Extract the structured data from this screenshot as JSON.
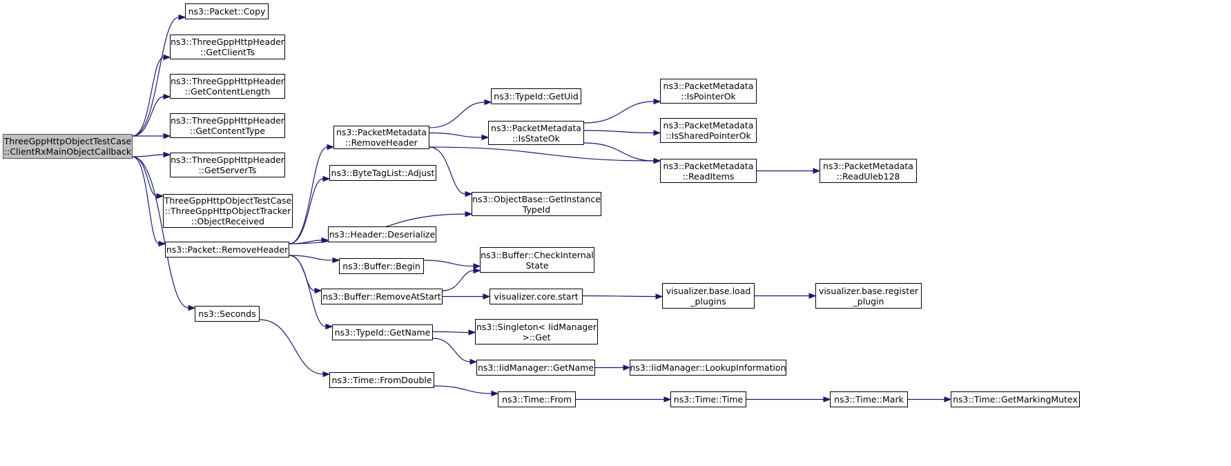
{
  "graph": {
    "nodes": [
      {
        "id": "root",
        "lines": [
          "ThreeGppHttpObjectTestCase",
          "::ClientRxMainObjectCallback"
        ],
        "root": true
      },
      {
        "id": "copy",
        "lines": [
          "ns3::Packet::Copy"
        ]
      },
      {
        "id": "getclientts",
        "lines": [
          "ns3::ThreeGppHttpHeader",
          "::GetClientTs"
        ]
      },
      {
        "id": "getcontentlength",
        "lines": [
          "ns3::ThreeGppHttpHeader",
          "::GetContentLength"
        ]
      },
      {
        "id": "getcontenttype",
        "lines": [
          "ns3::ThreeGppHttpHeader",
          "::GetContentType"
        ]
      },
      {
        "id": "getserverts",
        "lines": [
          "ns3::ThreeGppHttpHeader",
          "::GetServerTs"
        ]
      },
      {
        "id": "objectreceived",
        "lines": [
          "ThreeGppHttpObjectTestCase",
          "::ThreeGppHttpObjectTracker",
          "::ObjectReceived"
        ]
      },
      {
        "id": "removeheader",
        "lines": [
          "ns3::Packet::RemoveHeader"
        ]
      },
      {
        "id": "seconds",
        "lines": [
          "ns3::Seconds"
        ]
      },
      {
        "id": "pm_removeheader",
        "lines": [
          "ns3::PacketMetadata",
          "::RemoveHeader"
        ]
      },
      {
        "id": "adjust",
        "lines": [
          "ns3::ByteTagList::Adjust"
        ]
      },
      {
        "id": "deserialize",
        "lines": [
          "ns3::Header::Deserialize"
        ]
      },
      {
        "id": "begin",
        "lines": [
          "ns3::Buffer::Begin"
        ]
      },
      {
        "id": "removeatstart",
        "lines": [
          "ns3::Buffer::RemoveAtStart"
        ]
      },
      {
        "id": "typeid_getname",
        "lines": [
          "ns3::TypeId::GetName"
        ]
      },
      {
        "id": "fromdouble",
        "lines": [
          "ns3::Time::FromDouble"
        ]
      },
      {
        "id": "getuid",
        "lines": [
          "ns3::TypeId::GetUid"
        ]
      },
      {
        "id": "isstateok",
        "lines": [
          "ns3::PacketMetadata",
          "::IsStateOk"
        ]
      },
      {
        "id": "getinstancetypeid",
        "lines": [
          "ns3::ObjectBase::GetInstance",
          "TypeId"
        ]
      },
      {
        "id": "checkinternalstate",
        "lines": [
          "ns3::Buffer::CheckInternal",
          "State"
        ]
      },
      {
        "id": "vis_core_start",
        "lines": [
          "visualizer.core.start"
        ]
      },
      {
        "id": "singleton_get",
        "lines": [
          "ns3::Singleton< IidManager",
          ">::Get"
        ]
      },
      {
        "id": "iid_getname",
        "lines": [
          "ns3::IidManager::GetName"
        ]
      },
      {
        "id": "time_from",
        "lines": [
          "ns3::Time::From"
        ]
      },
      {
        "id": "ispointerok",
        "lines": [
          "ns3::PacketMetadata",
          "::IsPointerOk"
        ]
      },
      {
        "id": "issharedpointerok",
        "lines": [
          "ns3::PacketMetadata",
          "::IsSharedPointerOk"
        ]
      },
      {
        "id": "readitems",
        "lines": [
          "ns3::PacketMetadata",
          "::ReadItems"
        ]
      },
      {
        "id": "load_plugins",
        "lines": [
          "visualizer.base.load",
          "_plugins"
        ]
      },
      {
        "id": "lookupinformation",
        "lines": [
          "ns3::IidManager::LookupInformation"
        ]
      },
      {
        "id": "time_time",
        "lines": [
          "ns3::Time::Time"
        ]
      },
      {
        "id": "readuleb128",
        "lines": [
          "ns3::PacketMetadata",
          "::ReadUleb128"
        ]
      },
      {
        "id": "register_plugin",
        "lines": [
          "visualizer.base.register",
          "_plugin"
        ]
      },
      {
        "id": "time_mark",
        "lines": [
          "ns3::Time::Mark"
        ]
      },
      {
        "id": "getmarkingmutex",
        "lines": [
          "ns3::Time::GetMarkingMutex"
        ]
      }
    ],
    "edges": [
      [
        "root",
        "copy"
      ],
      [
        "root",
        "getclientts"
      ],
      [
        "root",
        "getcontentlength"
      ],
      [
        "root",
        "getcontenttype"
      ],
      [
        "root",
        "getserverts"
      ],
      [
        "root",
        "objectreceived"
      ],
      [
        "root",
        "removeheader"
      ],
      [
        "root",
        "seconds"
      ],
      [
        "removeheader",
        "pm_removeheader"
      ],
      [
        "removeheader",
        "adjust"
      ],
      [
        "removeheader",
        "getinstancetypeid"
      ],
      [
        "removeheader",
        "deserialize"
      ],
      [
        "removeheader",
        "begin"
      ],
      [
        "removeheader",
        "removeatstart"
      ],
      [
        "removeheader",
        "typeid_getname"
      ],
      [
        "pm_removeheader",
        "getuid"
      ],
      [
        "pm_removeheader",
        "isstateok"
      ],
      [
        "pm_removeheader",
        "getinstancetypeid"
      ],
      [
        "pm_removeheader",
        "readitems"
      ],
      [
        "isstateok",
        "ispointerok"
      ],
      [
        "isstateok",
        "issharedpointerok"
      ],
      [
        "isstateok",
        "readitems"
      ],
      [
        "readitems",
        "readuleb128"
      ],
      [
        "begin",
        "checkinternalstate"
      ],
      [
        "removeatstart",
        "checkinternalstate"
      ],
      [
        "removeatstart",
        "vis_core_start"
      ],
      [
        "vis_core_start",
        "load_plugins"
      ],
      [
        "load_plugins",
        "register_plugin"
      ],
      [
        "typeid_getname",
        "singleton_get"
      ],
      [
        "typeid_getname",
        "iid_getname"
      ],
      [
        "iid_getname",
        "lookupinformation"
      ],
      [
        "seconds",
        "fromdouble"
      ],
      [
        "fromdouble",
        "time_from"
      ],
      [
        "time_from",
        "time_time"
      ],
      [
        "time_time",
        "time_mark"
      ],
      [
        "time_mark",
        "getmarkingmutex"
      ]
    ]
  }
}
